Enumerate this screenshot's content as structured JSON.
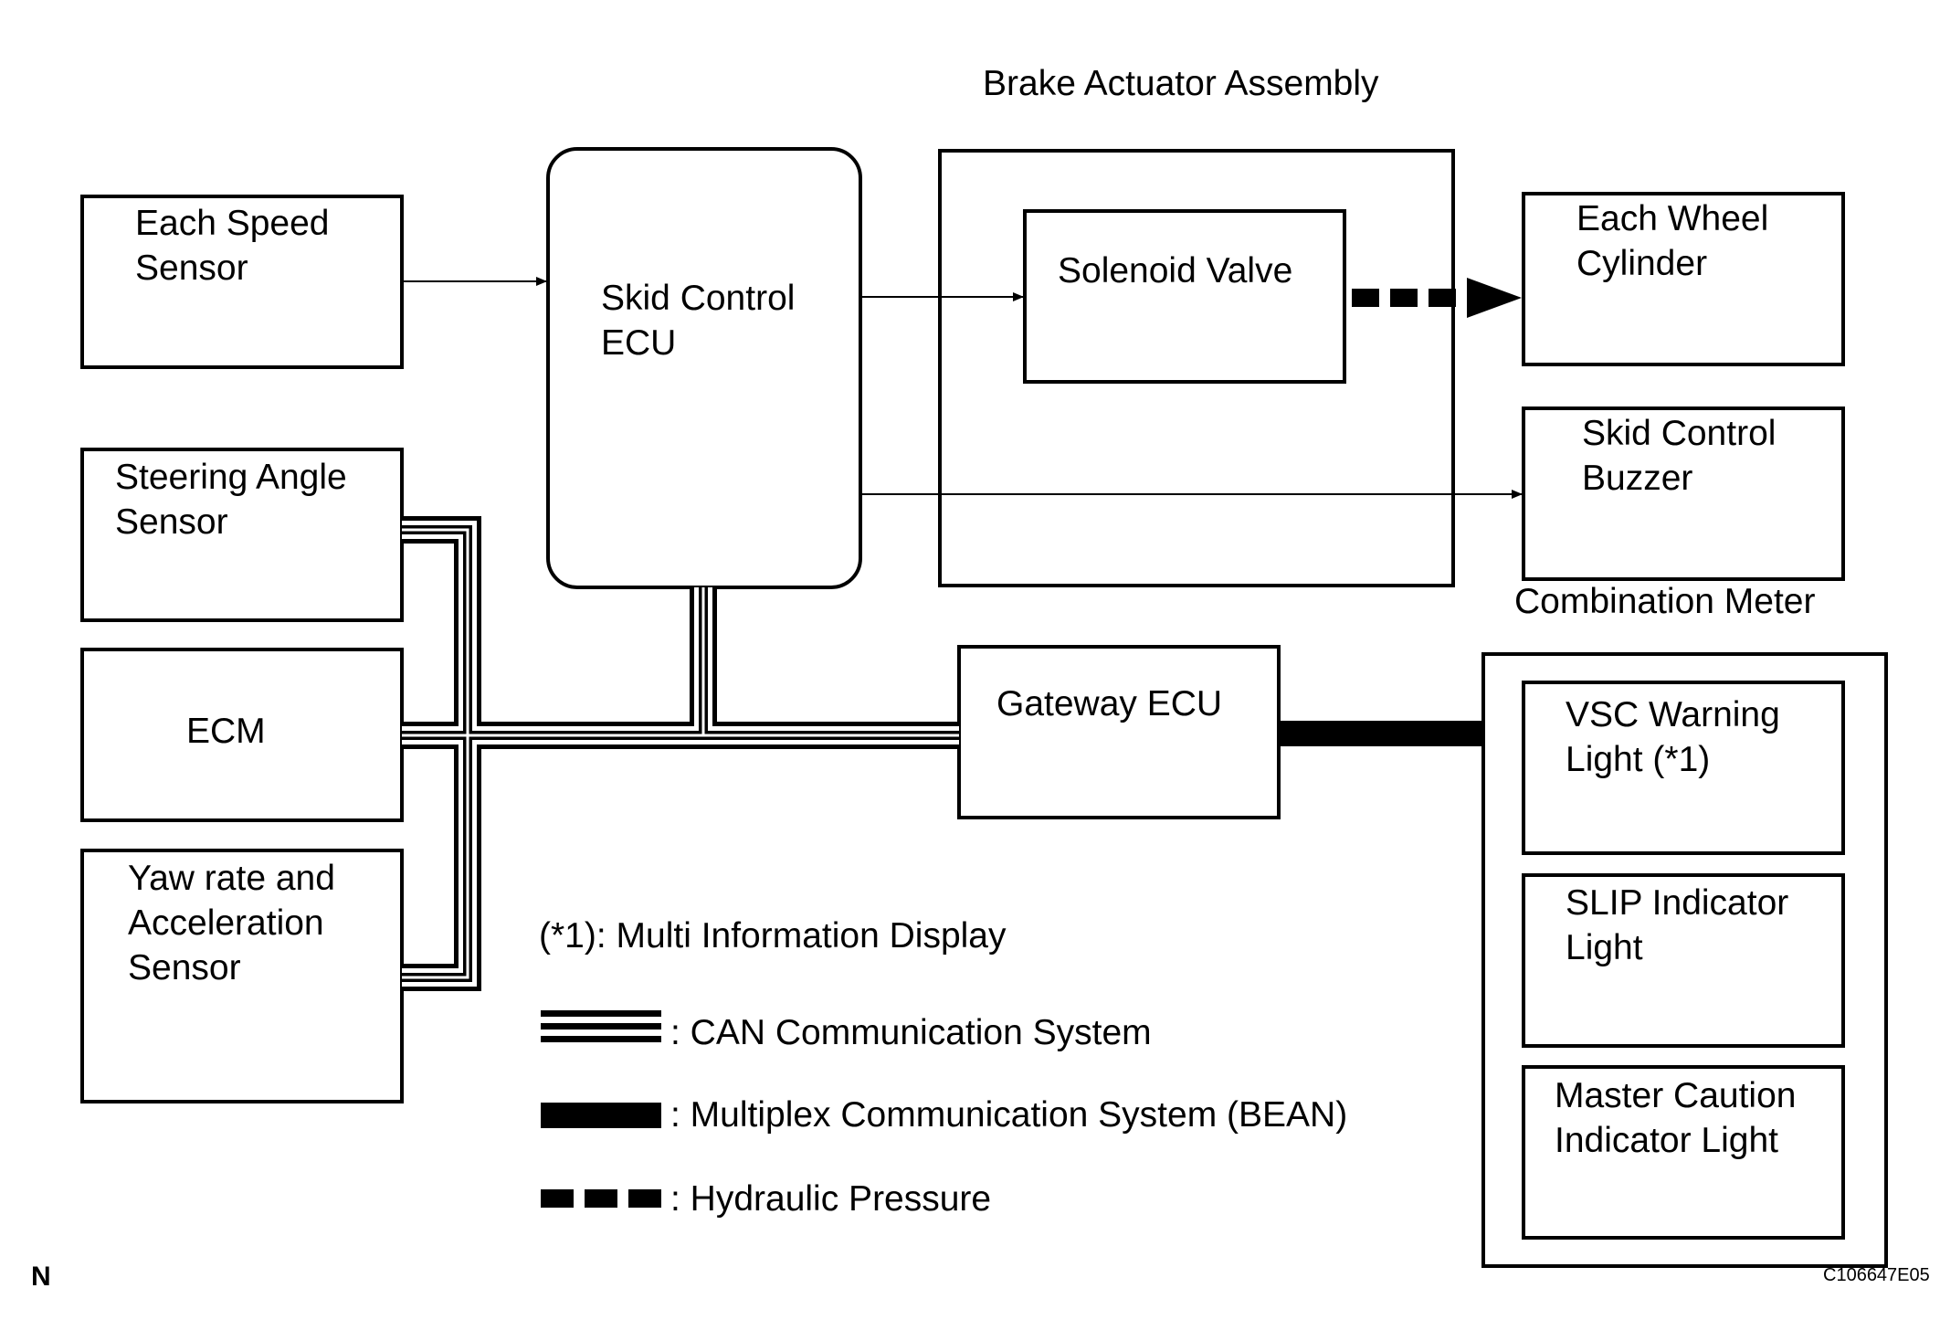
{
  "blocks": {
    "each_speed_sensor": [
      "Each Speed",
      "Sensor"
    ],
    "steering_angle_sensor": [
      "Steering Angle",
      "Sensor"
    ],
    "ecm": "ECM",
    "yaw_rate_sensor": [
      "Yaw rate and",
      "Acceleration",
      "Sensor"
    ],
    "skid_control_ecu": [
      "Skid Control",
      "ECU"
    ],
    "solenoid_valve": "Solenoid Valve",
    "each_wheel_cylinder": [
      "Each Wheel",
      "Cylinder"
    ],
    "skid_control_buzzer": [
      "Skid Control",
      "Buzzer"
    ],
    "gateway_ecu": "Gateway ECU",
    "vsc_warning_light": [
      "VSC Warning",
      "Light (*1)"
    ],
    "slip_indicator_light": [
      "SLIP Indicator",
      "Light"
    ],
    "master_caution_light": [
      "Master Caution",
      "Indicator Light"
    ]
  },
  "groups": {
    "brake_actuator_assembly": "Brake Actuator Assembly",
    "combination_meter": "Combination Meter"
  },
  "notes": {
    "footnote": "(*1): Multi Information Display"
  },
  "legend": {
    "can": ": CAN Communication System",
    "bean": ": Multiplex Communication System (BEAN)",
    "hydraulic": ": Hydraulic Pressure"
  },
  "corner": {
    "left_mark": "N",
    "figure_code": "C106647E05"
  }
}
